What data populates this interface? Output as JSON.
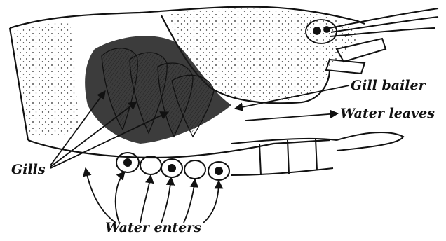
{
  "labels": {
    "gill_bailer": "Gill bailer",
    "water_leaves": "Water leaves",
    "gills": "Gills",
    "water_enters": "Water enters"
  },
  "colors": {
    "ink": "#111111",
    "background": "#ffffff"
  }
}
